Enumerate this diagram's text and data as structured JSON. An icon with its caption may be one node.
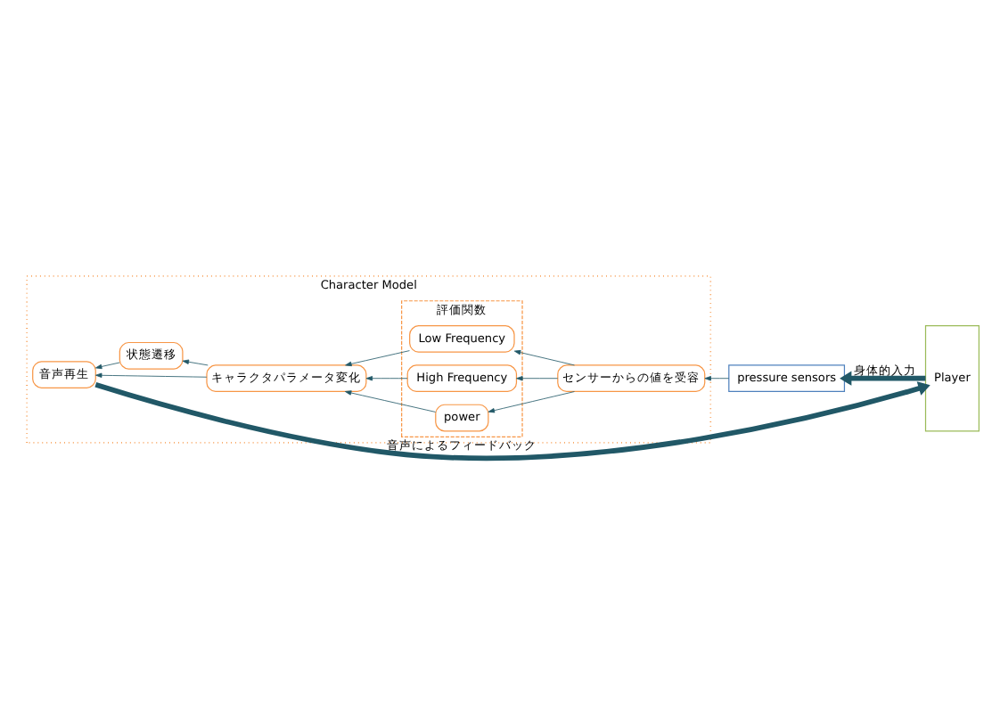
{
  "diagram": {
    "nodes": [
      {
        "text": [
          "Player"
        ]
      },
      {
        "text": [
          "pressure sensors"
        ]
      },
      {
        "text": [
          "Character Model"
        ]
      },
      {
        "text": [
          "音声再生"
        ],
        "in": 2
      },
      {
        "text": [
          "状態遷移"
        ],
        "in": 2
      },
      {
        "text": [
          "キャラクタパラメータ変化"
        ],
        "in": 2
      },
      {
        "text": [
          "評価関数"
        ],
        "in": 2
      },
      {
        "text": [
          "power"
        ],
        "in": 6
      },
      {
        "text": [
          "High Frequency"
        ],
        "in": 6
      },
      {
        "text": [
          "Low Frequency"
        ],
        "in": 6
      },
      {
        "text": [
          "センサーからの値を受容"
        ],
        "in": 2
      }
    ],
    "edges": [
      {
        "from": 3,
        "to": 0,
        "arrow": "to",
        "label": "音声によるフィードバック",
        "style": "thick"
      },
      {
        "from": 0,
        "to": 1,
        "arrow": "to",
        "label": "身体的入力",
        "style": "thick"
      },
      {
        "from": 1,
        "to": 10,
        "arrow": "to"
      },
      {
        "from": 10,
        "to": 7,
        "arrow": "to"
      },
      {
        "from": 10,
        "to": 8,
        "arrow": "to"
      },
      {
        "from": 10,
        "to": 9,
        "arrow": "to"
      },
      {
        "from": 7,
        "to": 5,
        "arrow": "to"
      },
      {
        "from": 8,
        "to": 5,
        "arrow": "to"
      },
      {
        "from": 9,
        "to": 5,
        "arrow": "to"
      },
      {
        "from": 5,
        "to": 3,
        "arrow": "to"
      },
      {
        "from": 5,
        "to": 4,
        "arrow": "to"
      },
      {
        "from": 4,
        "to": 3,
        "arrow": "to"
      }
    ]
  }
}
